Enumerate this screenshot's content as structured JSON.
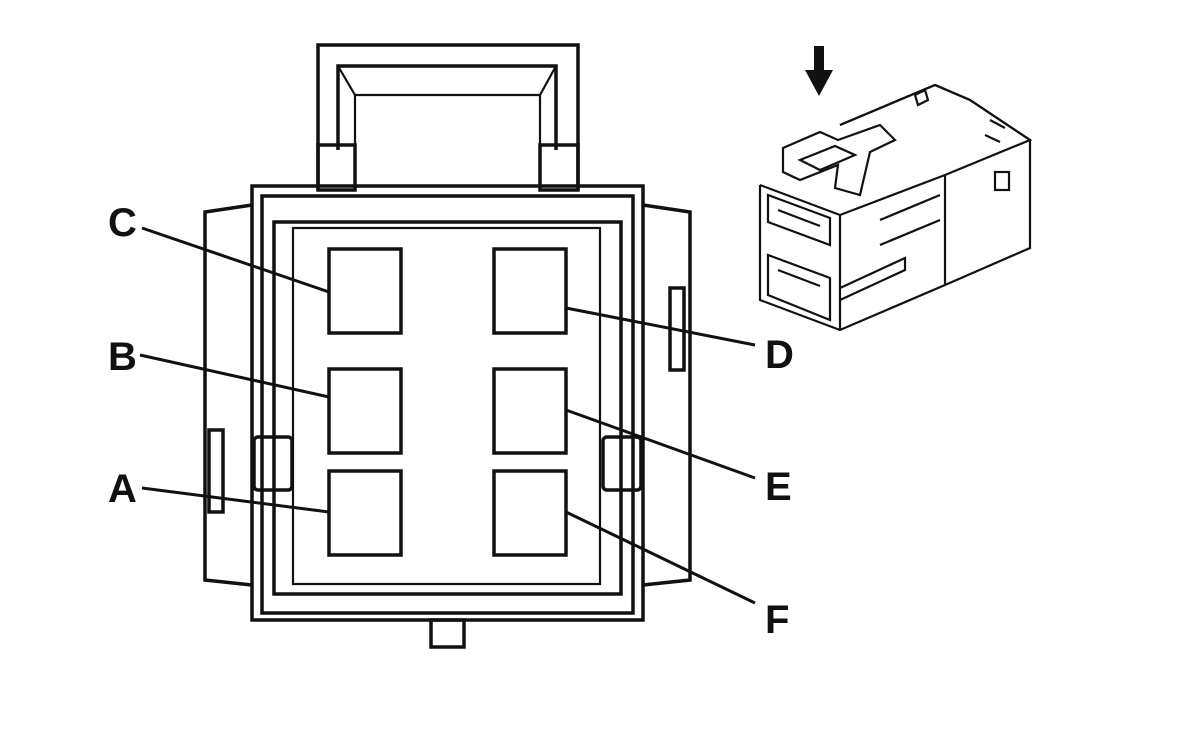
{
  "diagram": {
    "colors": {
      "stroke": "#111111",
      "background": "#ffffff"
    },
    "terminals": [
      {
        "id": "A",
        "label": "A"
      },
      {
        "id": "B",
        "label": "B"
      },
      {
        "id": "C",
        "label": "C"
      },
      {
        "id": "D",
        "label": "D"
      },
      {
        "id": "E",
        "label": "E"
      },
      {
        "id": "F",
        "label": "F"
      }
    ],
    "insertion_indicator": "arrow-down-icon"
  }
}
